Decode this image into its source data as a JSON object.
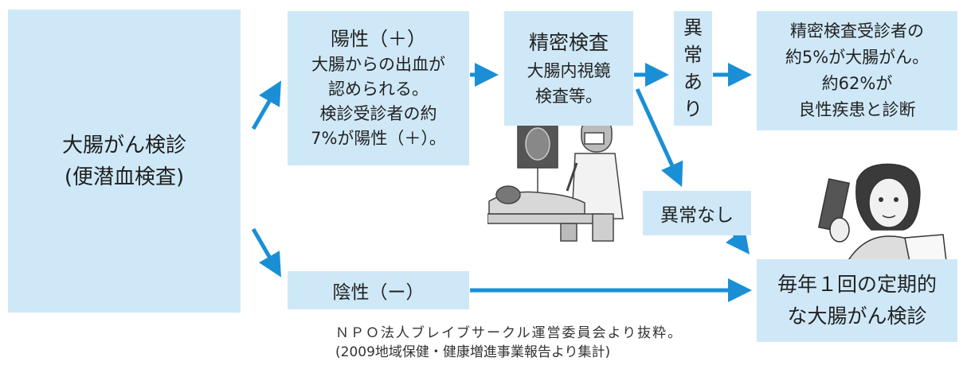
{
  "colors": {
    "box_fill": "#cfe8f7",
    "arrow": "#1a8fd6",
    "text": "#222222"
  },
  "start_box": {
    "lines": [
      "大腸がん検診",
      "(便潜血検査)"
    ]
  },
  "positive_box": {
    "title": "陽性（＋）",
    "lines": [
      "大腸からの出血が",
      "認められる。",
      "検診受診者の約",
      "7%が陽性（＋）。"
    ]
  },
  "exam_box": {
    "title": "精密検査",
    "lines": [
      "大腸内視鏡",
      "検査等。"
    ]
  },
  "abnormal_box": {
    "chars": [
      "異",
      "常",
      "あ",
      "り"
    ]
  },
  "result_box": {
    "lines": [
      "精密検査受診者の",
      "約5%が大腸がん。",
      "約62%が",
      "良性疾患と診断"
    ]
  },
  "normal_box": {
    "label": "異常なし"
  },
  "negative_box": {
    "label": "陰性（ー）"
  },
  "annual_box": {
    "lines": [
      "毎年１回の定期的",
      "な大腸がん検診"
    ]
  },
  "source": {
    "lines": [
      "ＮＰＯ法人ブレイブサークル運営委員会より抜粋。",
      "(2009地域保健・健康増進事業報告より集計)"
    ]
  },
  "illustrations": {
    "endoscopy": "endoscopy-exam-illustration",
    "woman": "woman-reading-illustration"
  }
}
